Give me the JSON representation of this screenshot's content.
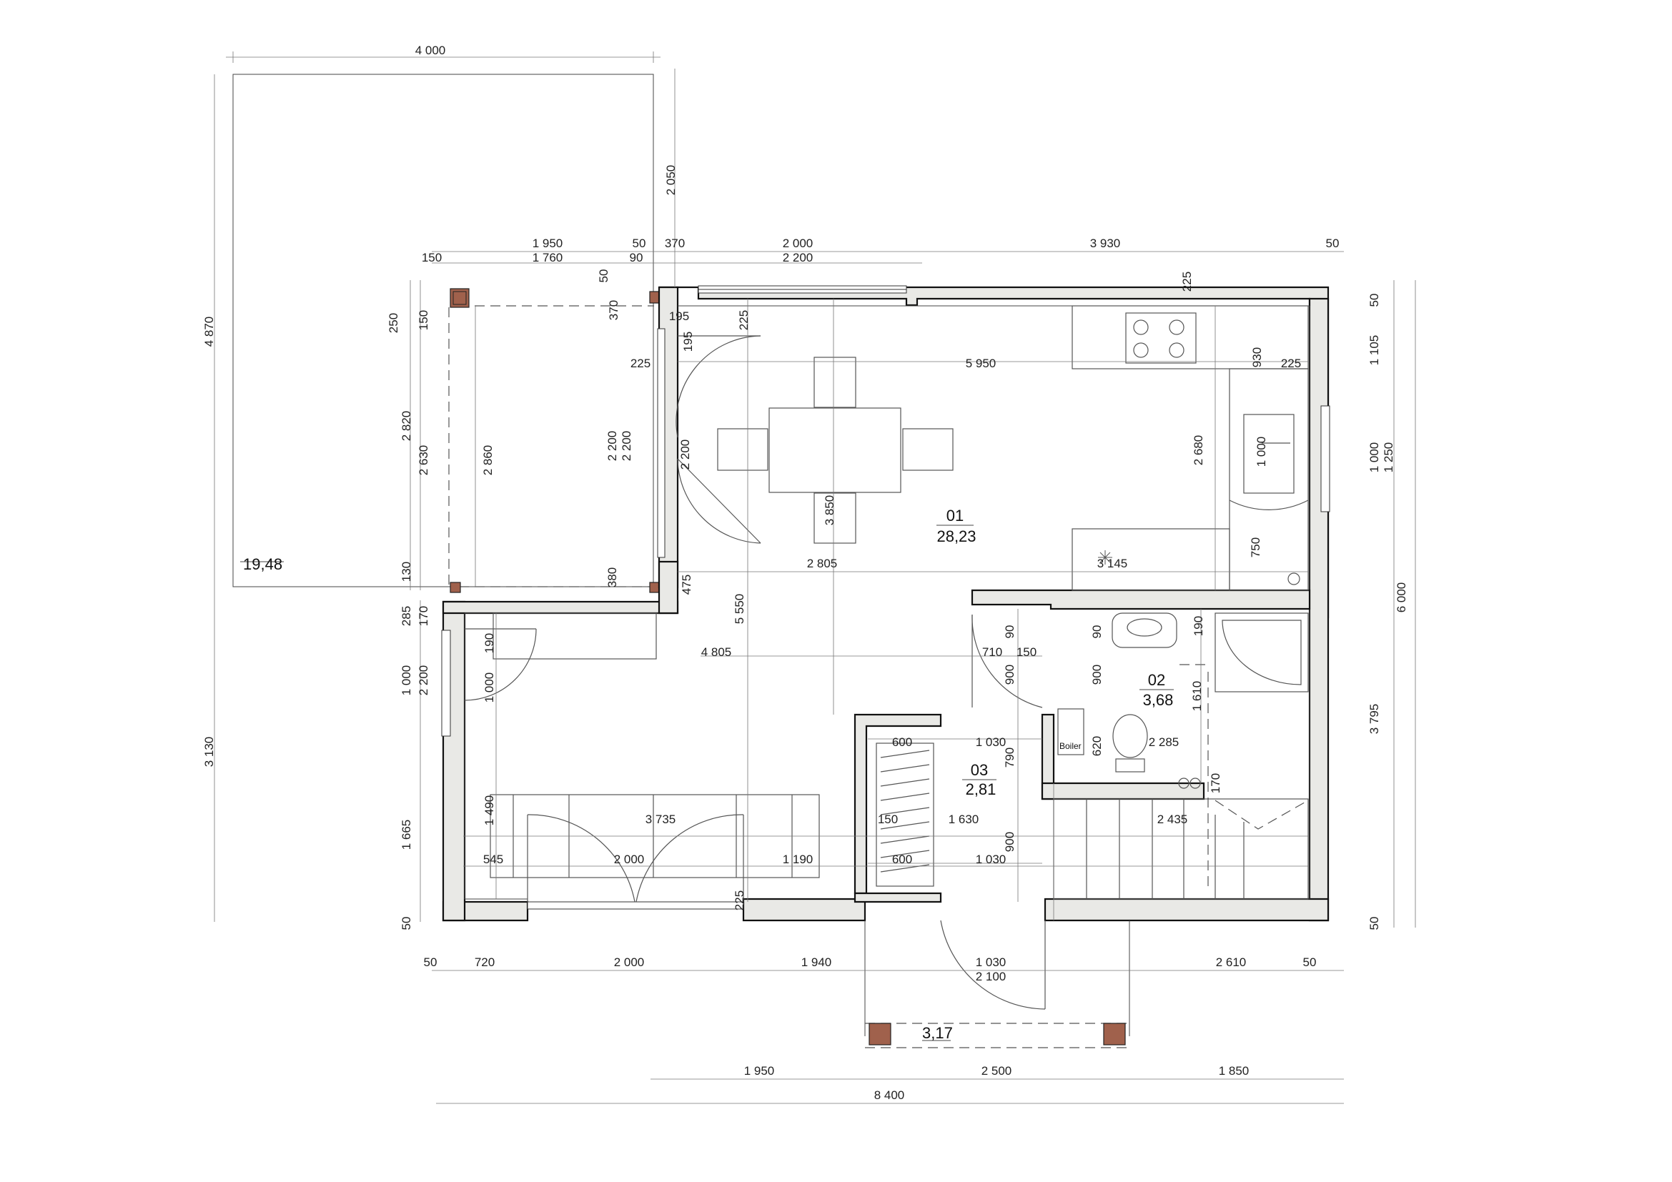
{
  "rooms": [
    {
      "number": "01",
      "area": "28,23"
    },
    {
      "number": "02",
      "area": "3,68"
    },
    {
      "number": "03",
      "area": "2,81"
    }
  ],
  "outdoor_areas": {
    "terrace": "19,48",
    "porch": "3,17"
  },
  "fixtures": {
    "boiler": "Boiler"
  },
  "dims": {
    "d4000": "4 000",
    "d2050": "2 050",
    "d4870": "4 870",
    "d1950a": "1 950",
    "d50a": "50",
    "d370a": "370",
    "d2000a": "2 000",
    "d3930": "3 930",
    "d50b": "50",
    "d150a": "150",
    "d1760": "1 760",
    "d90a": "90",
    "d2200a": "2 200",
    "d50c": "50",
    "d225a": "225",
    "d50d": "50",
    "d250": "250",
    "d150b": "150",
    "d370b": "370",
    "d195a": "195",
    "d225b": "225",
    "d195b": "195",
    "d1105": "1 105",
    "d225c": "225",
    "d5950": "5 950",
    "d930": "930",
    "d225d": "225",
    "d2820": "2 820",
    "d2630": "2 630",
    "d2860": "2 860",
    "d2200b": "2 200",
    "d2200c": "2 200",
    "d2200d": "2 200",
    "d2680": "2 680",
    "d1000a": "1 000",
    "d1000b": "1 000",
    "d1250": "1 250",
    "d3850": "3 850",
    "d130": "130",
    "d380": "380",
    "d475": "475",
    "d2805": "2 805",
    "d3145": "3 145",
    "d750": "750",
    "d6000": "6 000",
    "d285": "285",
    "d170a": "170",
    "d5550": "5 550",
    "d90b": "90",
    "d190a": "190",
    "d190b": "190",
    "d90c": "90",
    "d4805": "4 805",
    "d710": "710",
    "d150c": "150",
    "d1000c": "1 000",
    "d2200e": "2 200",
    "d1000d": "1 000",
    "d900a": "900",
    "d900b": "900",
    "d1610": "1 610",
    "d3130": "3 130",
    "d600a": "600",
    "d1030a": "1 030",
    "d790": "790",
    "d620": "620",
    "d2285": "2 285",
    "d170b": "170",
    "d3795": "3 795",
    "d1490": "1 490",
    "d3735": "3 735",
    "d150d": "150",
    "d1630": "1 630",
    "d2435": "2 435",
    "d1665": "1 665",
    "d545": "545",
    "d2000b": "2 000",
    "d1190": "1 190",
    "d600b": "600",
    "d1030b": "1 030",
    "d900c": "900",
    "d225e": "225",
    "d50e": "50",
    "d50f": "50",
    "d50g": "50",
    "d720": "720",
    "d2000c": "2 000",
    "d1940": "1 940",
    "d1030c": "1 030",
    "d2610": "2 610",
    "d50h": "50",
    "d2100": "2 100",
    "d1950b": "1 950",
    "d2500": "2 500",
    "d1850": "1 850",
    "d8400": "8 400"
  }
}
